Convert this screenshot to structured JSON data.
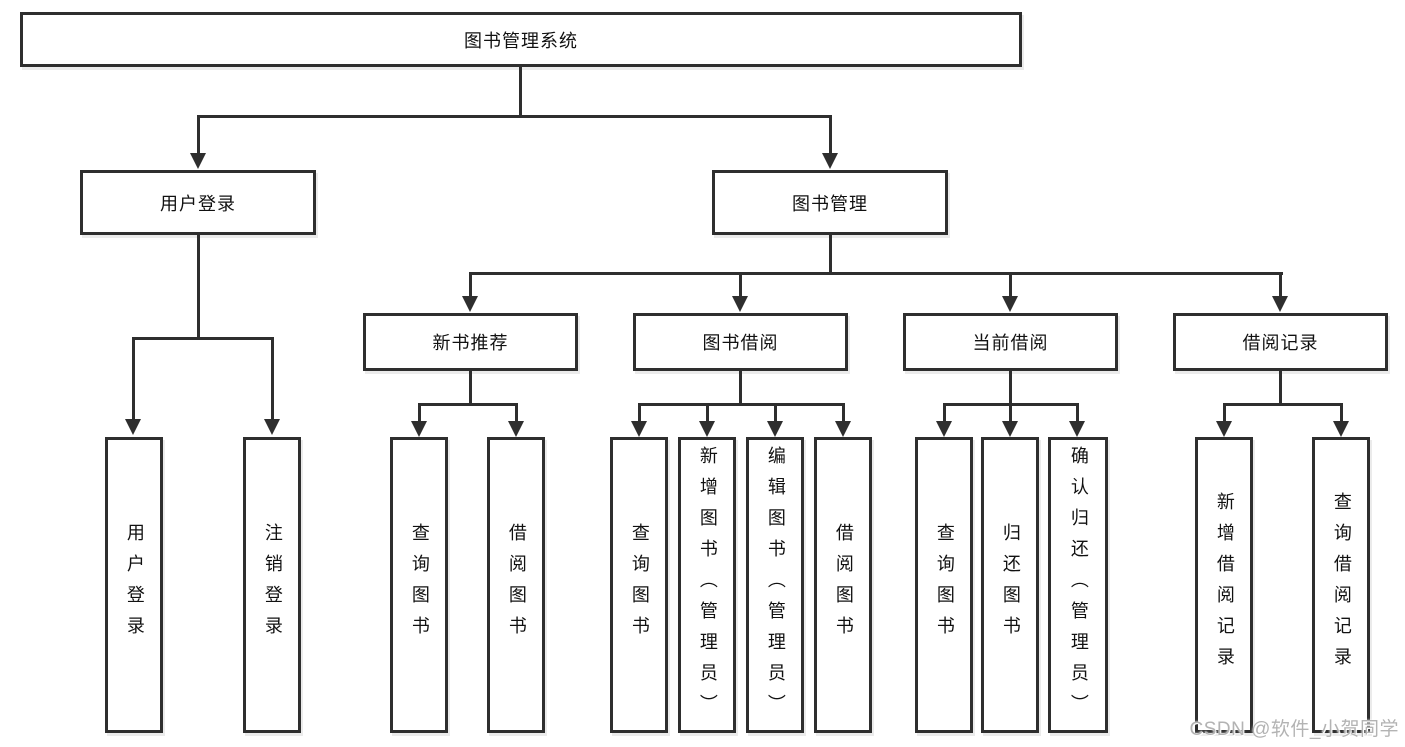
{
  "diagram": {
    "root_label": "图书管理系统",
    "user_login": {
      "label": "用户登录",
      "children": [
        "用户登录",
        "注销登录"
      ]
    },
    "book_management": {
      "label": "图书管理",
      "new_book_recommend": {
        "label": "新书推荐",
        "children": [
          "查询图书",
          "借阅图书"
        ]
      },
      "book_borrow": {
        "label": "图书借阅",
        "children": [
          "查询图书",
          "新增图书（管理员）",
          "编辑图书（管理员）",
          "借阅图书"
        ]
      },
      "current_borrow": {
        "label": "当前借阅",
        "children": [
          "查询图书",
          "归还图书",
          "确认归还（管理员）"
        ]
      },
      "borrow_records": {
        "label": "借阅记录",
        "children": [
          "新增借阅记录",
          "查询借阅记录"
        ]
      }
    }
  },
  "watermark": {
    "text": "CSDN @软件_小贺同学"
  },
  "colors": {
    "line": "#2e2e2e",
    "box_border": "#2e2e2e",
    "text": "#111111",
    "background": "#ffffff",
    "watermark": "#b3b3b3"
  }
}
